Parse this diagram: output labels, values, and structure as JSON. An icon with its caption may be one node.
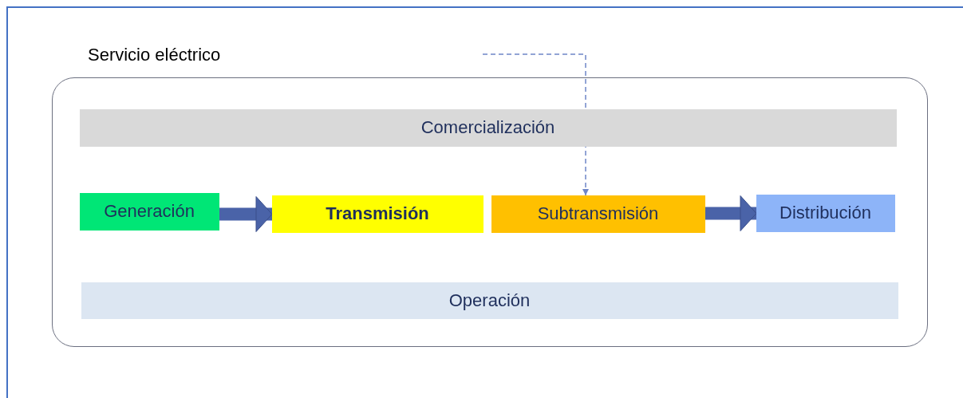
{
  "diagram": {
    "nodes": [
      {
        "text": [
          "Servicio eléctrico"
        ]
      },
      {
        "text": [
          "Comercialización"
        ],
        "in": 0
      },
      {
        "text": [
          "Generación"
        ],
        "in": 0
      },
      {
        "text": [
          "Transmisión"
        ],
        "in": 0
      },
      {
        "text": [
          "Subtransmisión"
        ],
        "in": 0
      },
      {
        "text": [
          "Distribución"
        ],
        "in": 0
      },
      {
        "text": [
          "Operación"
        ],
        "in": 0
      }
    ],
    "edges": [
      {
        "from": 2,
        "to": 3,
        "arrow": "to"
      },
      {
        "from": 4,
        "to": 5,
        "arrow": "to"
      },
      {
        "from": null,
        "to": 4,
        "arrow": "to",
        "style": "dashed",
        "color": "#6f86c8"
      }
    ]
  }
}
